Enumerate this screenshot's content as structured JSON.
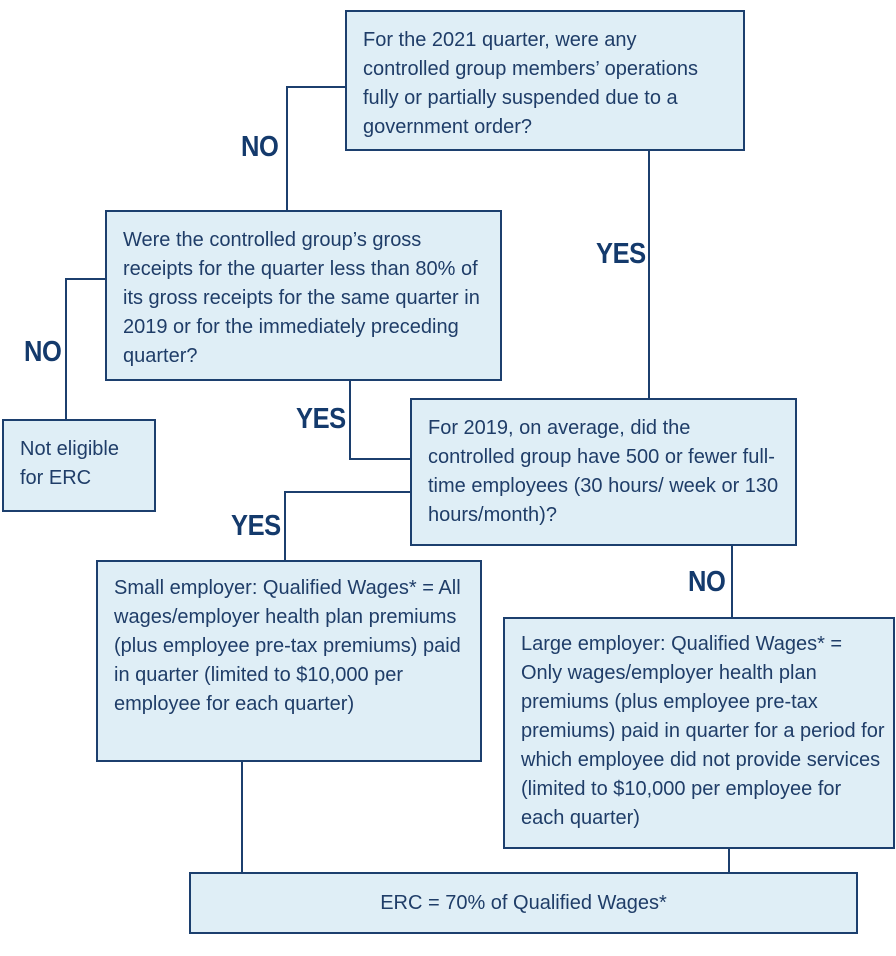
{
  "questions": {
    "suspended": "For the 2021 quarter, were any controlled group members’ operations fully or partially suspended due to a government order?",
    "gross_receipts": "Were the controlled group’s gross receipts for the quarter less than 80% of its gross receipts for the same quarter in 2019 or for the immediately  preceding quarter?",
    "employees": "For 2019, on average, did the controlled group have 500 or fewer full-time employees (30 hours/ week or 130 hours/month)?"
  },
  "outcomes": {
    "not_eligible": "Not eligible for ERC",
    "small_employer": "Small employer: Qualified Wages* = All wages/employer health plan premiums (plus employee pre-tax premiums) paid in quarter (limited to $10,000 per employee for each quarter)",
    "large_employer": "Large employer: Qualified Wages* = Only wages/employer health plan premiums (plus employee pre-tax premiums) paid in quarter for a period for which employee did not provide services (limited to $10,000 per employee for each quarter)",
    "erc": "ERC = 70% of Qualified Wages*"
  },
  "labels": {
    "no_suspended": "NO",
    "yes_suspended": "YES",
    "no_receipts": "NO",
    "yes_receipts": "YES",
    "yes_employees": "YES",
    "no_employees": "NO"
  },
  "colors": {
    "box_fill": "#dfeef6",
    "box_border": "#1c3f6e",
    "text": "#1f3d68",
    "label": "#143a6c"
  }
}
